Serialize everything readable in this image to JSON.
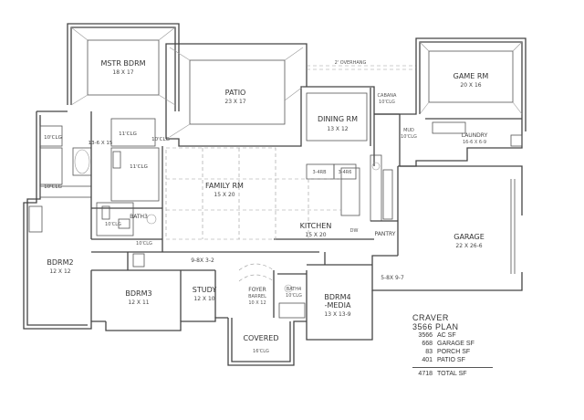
{
  "plan": {
    "name": "CRAVER",
    "subtitle": "3566 PLAN",
    "areas": [
      {
        "value": "3566",
        "label": "AC SF"
      },
      {
        "value": "668",
        "label": "GARAGE SF"
      },
      {
        "value": "83",
        "label": "PORCH SF"
      },
      {
        "value": "401",
        "label": "PATIO SF"
      }
    ],
    "total": {
      "value": "4718",
      "label": "TOTAL SF"
    }
  },
  "rooms": {
    "master": {
      "name": "MSTR BDRM",
      "dim": "18 X 17"
    },
    "patio": {
      "name": "PATIO",
      "dim": "23 X 17"
    },
    "overhang": "2' OVERHANG",
    "game": {
      "name": "GAME RM",
      "dim": "20 X 16"
    },
    "cabana": {
      "name": "CABANA",
      "clg": "10'CLG"
    },
    "dining": {
      "name": "DINING RM",
      "dim": "13 X 12"
    },
    "mud": {
      "name": "MUD",
      "clg": "10'CLG"
    },
    "laundry": {
      "name": "LAUNDRY",
      "dim": "16-6 X 6-9"
    },
    "master_bath": {
      "dim": "13-6 X 15"
    },
    "wic": {
      "clg": "11'CLG"
    },
    "family": {
      "name": "FAMILY RM",
      "dim": "15 X 20"
    },
    "kitchen": {
      "name": "KITCHEN",
      "dim": "15 X 20"
    },
    "pantry": {
      "name": "PANTRY"
    },
    "garage": {
      "name": "GARAGE",
      "dim": "22 X 26-6"
    },
    "bath3": {
      "name": "BATH3",
      "clg": "10'CLG"
    },
    "bdrm2": {
      "name": "BDRM2",
      "dim": "12 X 12"
    },
    "hall1": {
      "dim": "9-8X 3-2"
    },
    "bdrm3": {
      "name": "BDRM3",
      "dim": "12 X 11"
    },
    "study": {
      "name": "STUDY",
      "dim": "12 X 10"
    },
    "foyer": {
      "name": "FOYER",
      "sub": "BARREL",
      "dim": "10 X 12"
    },
    "bath4": {
      "name": "BATH4",
      "clg": "10'CLG"
    },
    "bdrm4": {
      "name": "BDRM4",
      "sub": "-MEDIA",
      "dim": "13 X 13-9"
    },
    "hall2": {
      "dim": "5-8X 9-7"
    },
    "covered": {
      "name": "COVERED",
      "clg": "16'CLG"
    }
  },
  "ceilings": {
    "c10": "10'CLG",
    "c11": "11'CLG"
  },
  "fixtures": {
    "range": "3-4RB",
    "fridge": "3-4R6",
    "dw": "DW"
  }
}
